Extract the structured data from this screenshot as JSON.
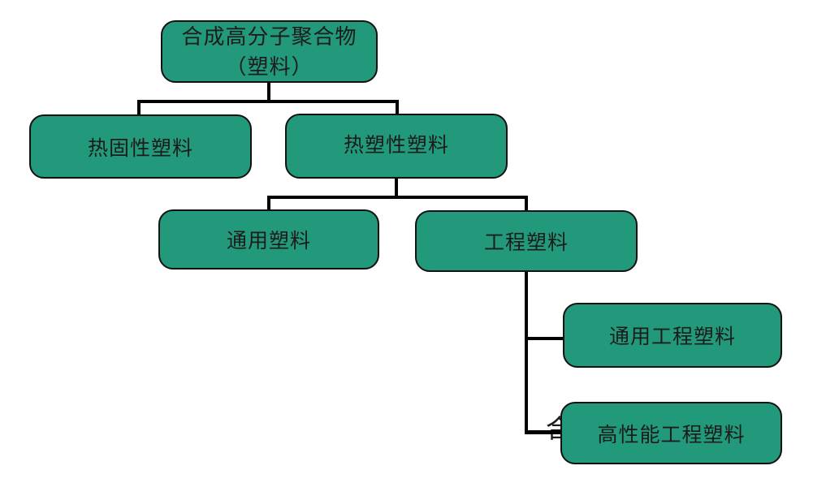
{
  "diagram": {
    "type": "hierarchy-flowchart",
    "background_color": "#ffffff",
    "node_fill_color": "#22997a",
    "node_border_color": "#111111",
    "connector_color": "#000000",
    "nodes": [
      {
        "id": "root",
        "label": "合成高分子聚合物（塑料）",
        "label_line1": "合成高分子聚合物",
        "label_line2": "（塑料）",
        "parent": null
      },
      {
        "id": "thermoset",
        "label": "热固性塑料",
        "parent": "root"
      },
      {
        "id": "thermoplastic",
        "label": "热塑性塑料",
        "parent": "root"
      },
      {
        "id": "general",
        "label": "通用塑料",
        "parent": "thermoplastic"
      },
      {
        "id": "engineering",
        "label": "工程塑料",
        "parent": "thermoplastic"
      },
      {
        "id": "general-eng",
        "label": "通用工程塑料",
        "parent": "engineering"
      },
      {
        "id": "high-perf",
        "label": "高性能工程塑料",
        "parent": "engineering"
      }
    ],
    "partial_glyphs": [
      {
        "id": "glyph-left",
        "text": "合"
      },
      {
        "id": "glyph-right",
        "text": "）"
      }
    ]
  }
}
